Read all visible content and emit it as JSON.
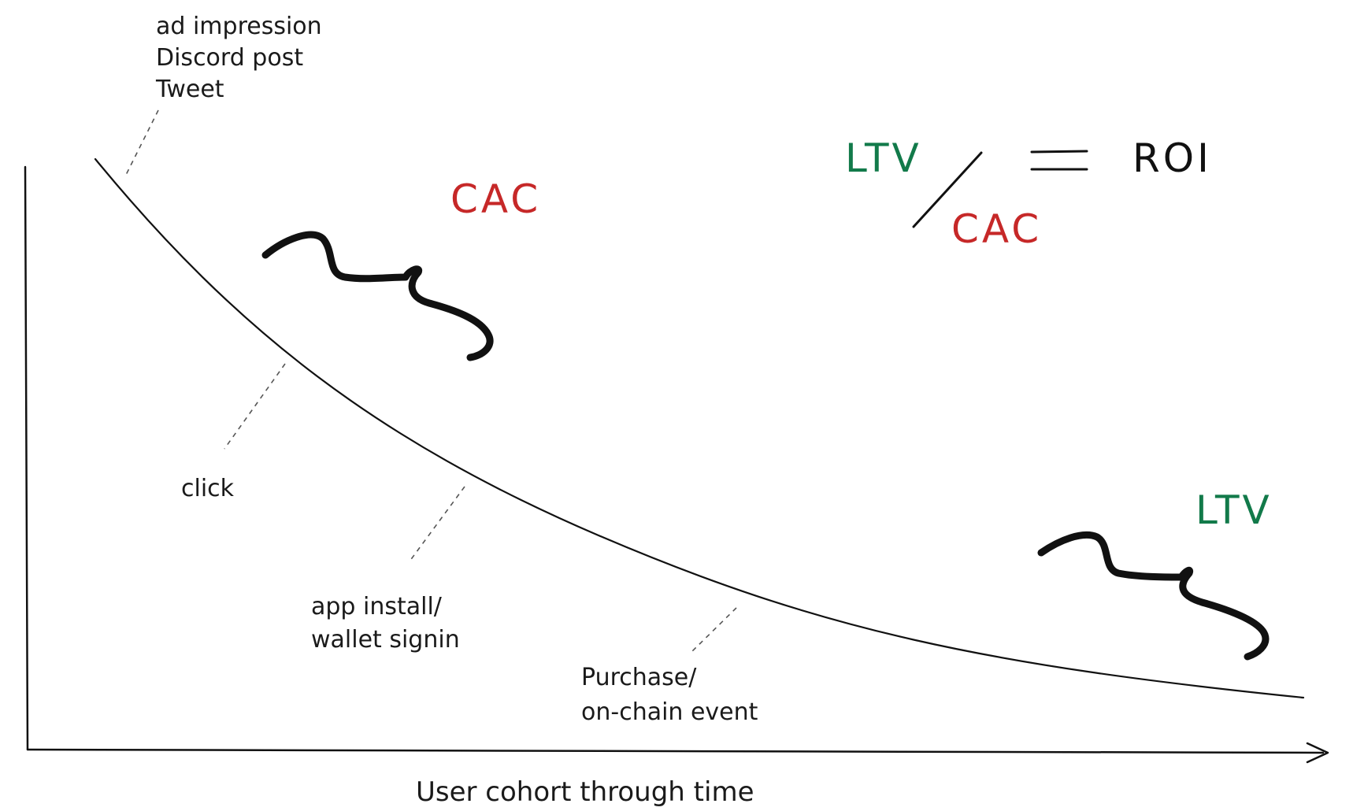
{
  "colors": {
    "ltv": "#127a4a",
    "cac": "#c62828",
    "ink": "#111111"
  },
  "annotations": {
    "top_lines": [
      "ad impression",
      "Discord post",
      "Tweet"
    ],
    "click": "click",
    "install_lines": [
      "app install/",
      "wallet signin"
    ],
    "purchase_lines": [
      "Purchase/",
      "on-chain event"
    ]
  },
  "labels": {
    "cac_near_curve": "CAC",
    "ltv_near_curve": "LTV"
  },
  "formula": {
    "numerator": "LTV",
    "denominator": "CAC",
    "result": "ROI"
  },
  "x_axis_label": "User cohort through time"
}
